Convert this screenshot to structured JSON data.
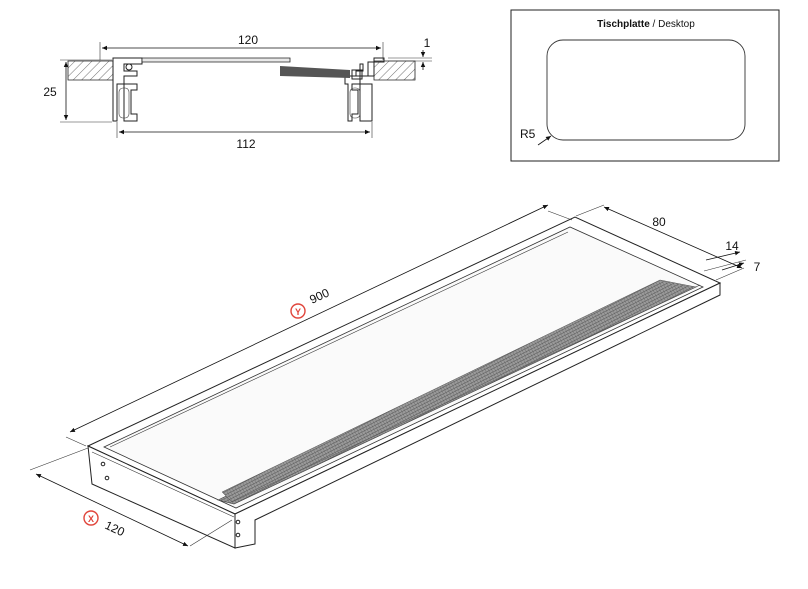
{
  "cross_section": {
    "dim_top_width": "120",
    "dim_bottom_width": "112",
    "dim_height": "25",
    "dim_lip": "1"
  },
  "desktop_box": {
    "title_bold": "Tischplatte",
    "title_rest": " / Desktop",
    "radius_label": "R5"
  },
  "iso_view": {
    "dim_length": "900",
    "dim_length_axis": "Y",
    "dim_width": "120",
    "dim_width_axis": "X",
    "dim_grill_width": "80",
    "dim_edge": "14",
    "dim_lip": "7"
  },
  "colors": {
    "axis_marker": "#e0443a",
    "line": "#222222",
    "grill": "#8a8a8a",
    "seal": "#555555"
  }
}
